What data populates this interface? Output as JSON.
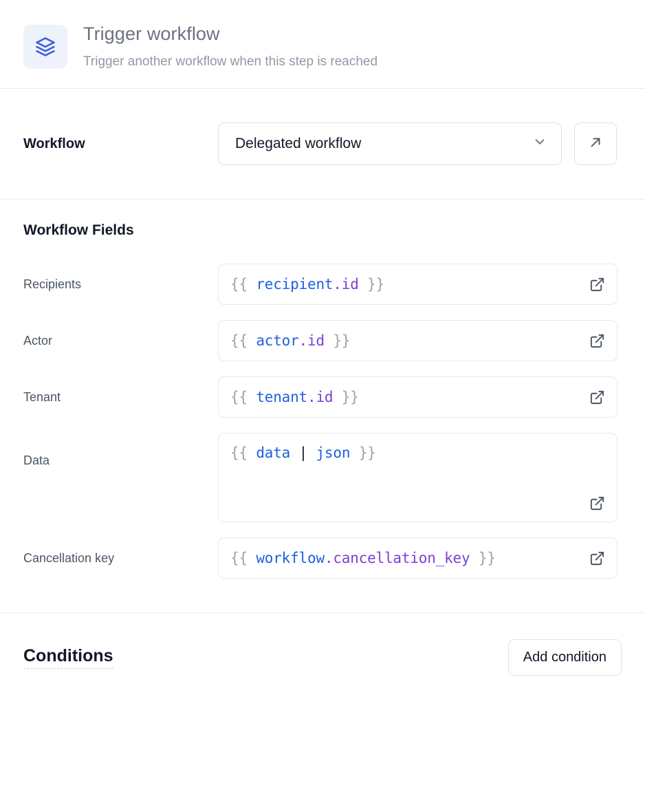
{
  "header": {
    "icon": "layers-icon",
    "title": "Trigger workflow",
    "subtitle": "Trigger another workflow when this step is reached",
    "icon_color": "#3b5bdb",
    "icon_bg": "#eef2fb"
  },
  "workflow_row": {
    "label": "Workflow",
    "select": {
      "value": "Delegated workflow",
      "icon": "chevron-down-icon"
    },
    "open_button": {
      "icon": "arrow-up-right-icon",
      "label": ""
    }
  },
  "workflow_fields": {
    "title": "Workflow Fields",
    "rows": [
      {
        "label": "Recipients",
        "value": "{{ recipient.id }}",
        "multiline": false,
        "tokens": [
          {
            "text": "{{ ",
            "type": "brace"
          },
          {
            "text": "recipient",
            "type": "root"
          },
          {
            "text": ".id",
            "type": "prop"
          },
          {
            "text": " }}",
            "type": "brace"
          }
        ],
        "expand_icon": "external-link-icon"
      },
      {
        "label": "Actor",
        "value": "{{ actor.id }}",
        "multiline": false,
        "tokens": [
          {
            "text": "{{ ",
            "type": "brace"
          },
          {
            "text": "actor",
            "type": "root"
          },
          {
            "text": ".id",
            "type": "prop"
          },
          {
            "text": " }}",
            "type": "brace"
          }
        ],
        "expand_icon": "external-link-icon"
      },
      {
        "label": "Tenant",
        "value": "{{ tenant.id }}",
        "multiline": false,
        "tokens": [
          {
            "text": "{{ ",
            "type": "brace"
          },
          {
            "text": "tenant",
            "type": "root"
          },
          {
            "text": ".id",
            "type": "prop"
          },
          {
            "text": " }}",
            "type": "brace"
          }
        ],
        "expand_icon": "external-link-icon"
      },
      {
        "label": "Data",
        "value": "{{ data | json }}",
        "multiline": true,
        "tokens": [
          {
            "text": "{{ ",
            "type": "brace"
          },
          {
            "text": "data",
            "type": "root"
          },
          {
            "text": " ",
            "type": "brace"
          },
          {
            "text": "|",
            "type": "pipe"
          },
          {
            "text": " ",
            "type": "brace"
          },
          {
            "text": "json",
            "type": "filter"
          },
          {
            "text": " }}",
            "type": "brace"
          }
        ],
        "expand_icon": "external-link-icon"
      },
      {
        "label": "Cancellation key",
        "value": "{{ workflow.cancellation_key }}",
        "multiline": false,
        "tokens": [
          {
            "text": "{{ ",
            "type": "brace"
          },
          {
            "text": "workflow",
            "type": "root"
          },
          {
            "text": ".cancellation_key",
            "type": "prop"
          },
          {
            "text": " }}",
            "type": "brace"
          }
        ],
        "expand_icon": "external-link-icon"
      }
    ]
  },
  "conditions": {
    "title": "Conditions",
    "add_button_label": "Add condition"
  },
  "colors": {
    "token_brace": "#9aa1ab",
    "token_root": "#1f5fe0",
    "token_prop": "#7b3fd4",
    "token_pipe": "#111827",
    "border": "#dfe3e8",
    "divider": "#e8eaee",
    "muted_text": "#6b7280"
  }
}
